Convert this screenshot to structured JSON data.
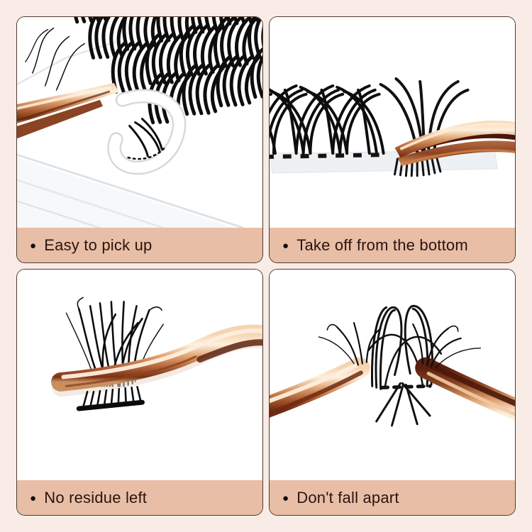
{
  "colors": {
    "page_background": "#f9ece6",
    "panel_background": "#ffffff",
    "panel_border": "#4c3a32",
    "caption_background": "#e9bea6",
    "caption_text": "#2a1410",
    "lash_black": "#0d0d0d",
    "tweezer_rose_gold": "#c98a5e"
  },
  "bullet_icon": "●",
  "panels": [
    {
      "caption": "Easy to pick up"
    },
    {
      "caption": "Take off from the bottom"
    },
    {
      "caption": "No residue left"
    },
    {
      "caption": "Don't fall apart"
    }
  ]
}
